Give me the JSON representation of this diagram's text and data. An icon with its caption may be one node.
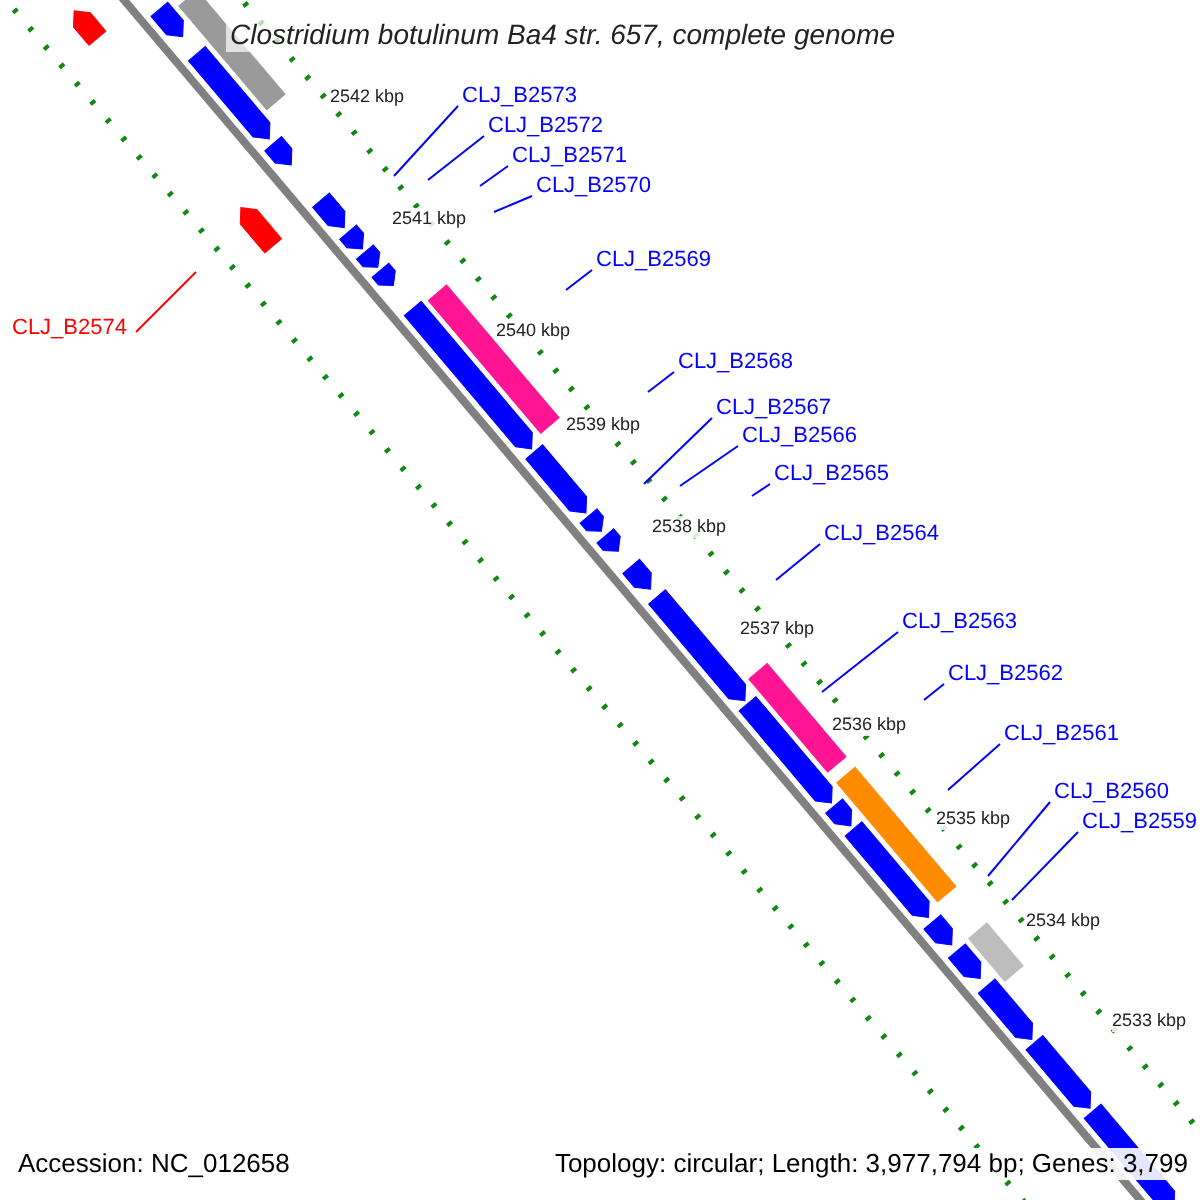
{
  "diagram": {
    "title": "Clostridium botulinum Ba4 str. 657, complete genome",
    "nodes": [
      {
        "text": [
          "CLJ_B2573"
        ]
      },
      {
        "text": [
          "CLJ_B2572"
        ]
      },
      {
        "text": [
          "CLJ_B2571"
        ]
      },
      {
        "text": [
          "CLJ_B2570"
        ]
      },
      {
        "text": [
          "CLJ_B2574"
        ]
      },
      {
        "text": [
          "CLJ_B2569"
        ]
      },
      {
        "text": [
          "CLJ_B2568"
        ]
      },
      {
        "text": [
          "CLJ_B2567"
        ]
      },
      {
        "text": [
          "CLJ_B2566"
        ]
      },
      {
        "text": [
          "CLJ_B2565"
        ]
      },
      {
        "text": [
          "CLJ_B2564"
        ]
      },
      {
        "text": [
          "CLJ_B2563"
        ]
      },
      {
        "text": [
          "CLJ_B2562"
        ]
      },
      {
        "text": [
          "CLJ_B2561"
        ]
      },
      {
        "text": [
          "CLJ_B2560"
        ]
      },
      {
        "text": [
          "CLJ_B2559"
        ]
      }
    ],
    "edges": [
      {
        "from": 0,
        "to": null,
        "arrow": "none"
      },
      {
        "from": 1,
        "to": null,
        "arrow": "none"
      },
      {
        "from": 2,
        "to": null,
        "arrow": "none"
      },
      {
        "from": 3,
        "to": null,
        "arrow": "none"
      },
      {
        "from": 4,
        "to": null,
        "arrow": "none",
        "color": "#ff0000"
      },
      {
        "from": 5,
        "to": null,
        "arrow": "none"
      },
      {
        "from": 6,
        "to": null,
        "arrow": "none"
      },
      {
        "from": 7,
        "to": null,
        "arrow": "none"
      },
      {
        "from": 8,
        "to": null,
        "arrow": "none"
      },
      {
        "from": 9,
        "to": null,
        "arrow": "none"
      },
      {
        "from": 10,
        "to": null,
        "arrow": "none"
      },
      {
        "from": 11,
        "to": null,
        "arrow": "none"
      },
      {
        "from": 12,
        "to": null,
        "arrow": "none"
      },
      {
        "from": 13,
        "to": null,
        "arrow": "none"
      },
      {
        "from": 14,
        "to": null,
        "arrow": "none"
      },
      {
        "from": 15,
        "to": null,
        "arrow": "none"
      }
    ],
    "labels": [
      "2542 kbp",
      "2541 kbp",
      "2540 kbp",
      "2539 kbp",
      "2538 kbp",
      "2537 kbp",
      "2536 kbp",
      "2535 kbp",
      "2534 kbp",
      "2533 kbp",
      "Accession: NC_012658",
      "Topology: circular; Length: 3,977,794 bp; Genes: 3,799"
    ]
  }
}
